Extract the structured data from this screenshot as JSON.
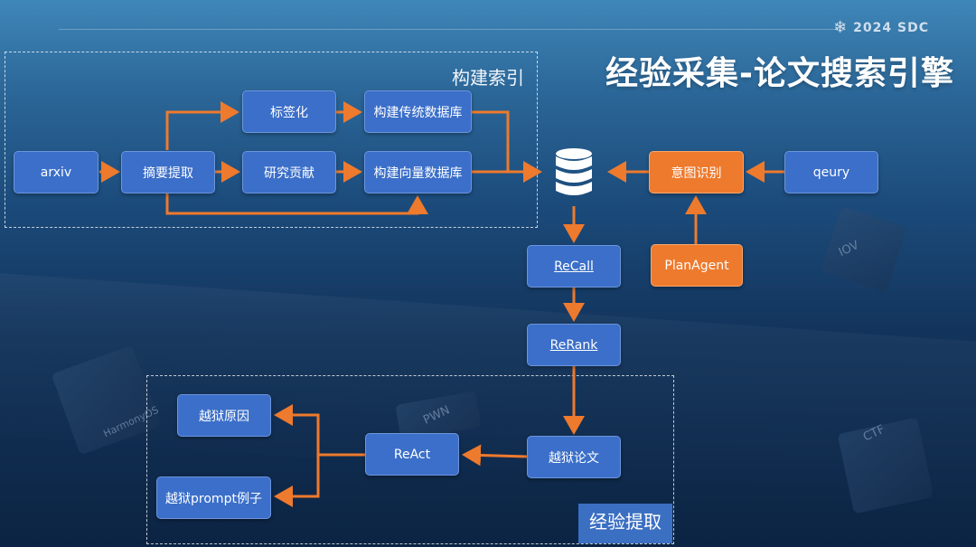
{
  "header": {
    "brand": "2024 SDC",
    "title": "经验采集-论文搜索引擎"
  },
  "groups": {
    "index": "构建索引",
    "experience": "经验提取"
  },
  "nodes": {
    "arxiv": "arxiv",
    "abstract": "摘要提取",
    "tagging": "标签化",
    "contribution": "研究贡献",
    "traditional_db": "构建传统数据库",
    "vector_db": "构建向量数据库",
    "intent": "意图识别",
    "query": "qeury",
    "plan_agent": "PlanAgent",
    "recall": "ReCall",
    "rerank": "ReRank",
    "jailbreak_paper": "越狱论文",
    "react": "ReAct",
    "jailbreak_reason": "越狱原因",
    "jailbreak_prompt": "越狱prompt例子"
  },
  "decor": {
    "cube1": "IOV",
    "cube2": "HarmonyOS",
    "cube3": "PWN",
    "cube4": "CTF"
  },
  "colors": {
    "blue_node": "#3b6fc9",
    "orange_node": "#ee7a2d",
    "arrow": "#ee7a2d"
  },
  "icons": {
    "brand": "snowflake-icon",
    "database": "database-icon"
  }
}
